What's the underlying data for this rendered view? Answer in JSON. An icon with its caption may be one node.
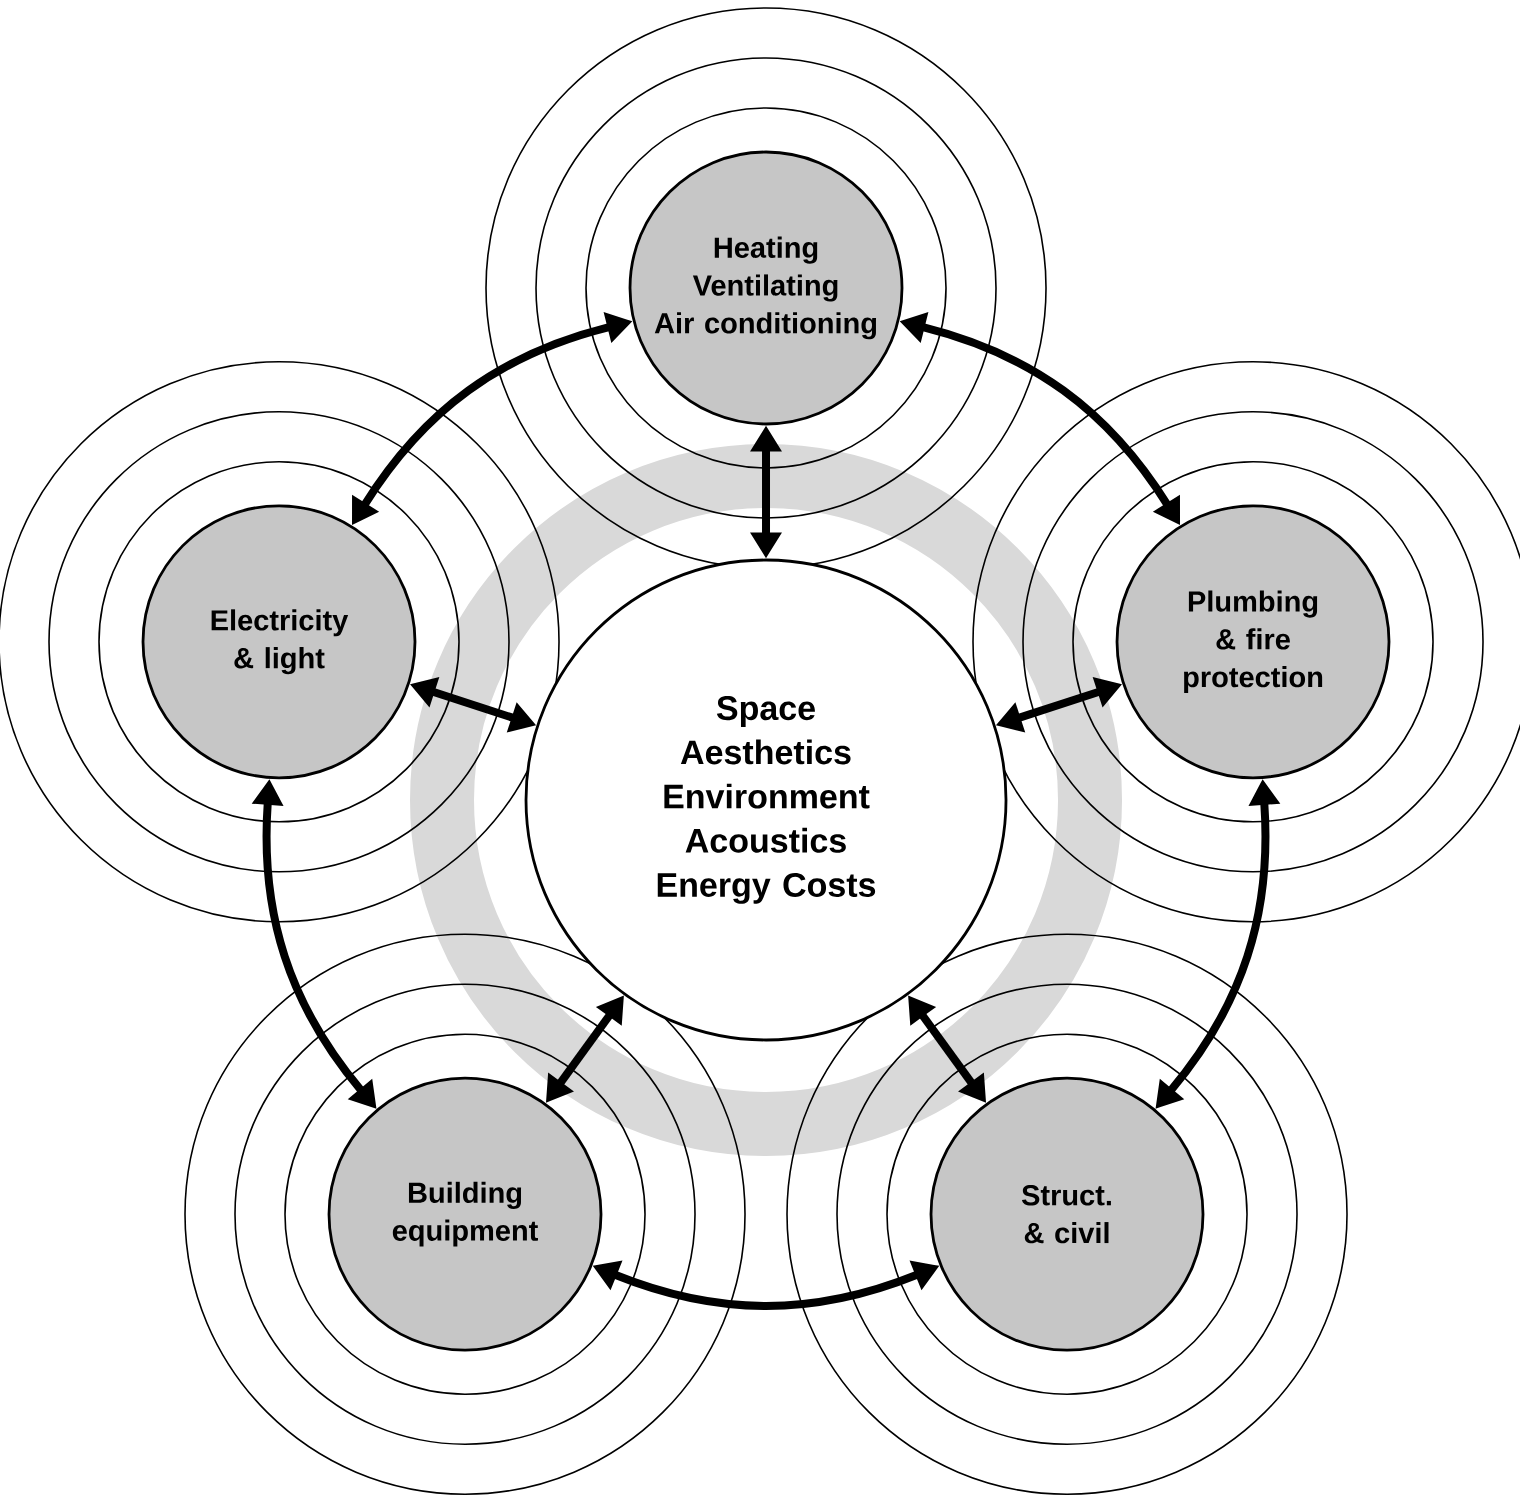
{
  "diagram": {
    "nodes": [
      {
        "text": [
          "Heating Ventilating Air conditioning"
        ]
      },
      {
        "text": [
          "Electricity & light"
        ]
      },
      {
        "text": [
          "Plumbing & fire protection"
        ]
      },
      {
        "text": [
          "Space Aesthetics Environment Acoustics Energy Costs"
        ]
      },
      {
        "text": [
          "Building equipment"
        ]
      },
      {
        "text": [
          "Struct. & civil"
        ]
      }
    ],
    "edges": [
      {
        "from": 0,
        "to": 1,
        "arrow": "both"
      },
      {
        "from": 0,
        "to": 2,
        "arrow": "both"
      },
      {
        "from": 0,
        "to": 3,
        "arrow": "both"
      },
      {
        "from": 1,
        "to": 3,
        "arrow": "both"
      },
      {
        "from": 2,
        "to": 3,
        "arrow": "both"
      },
      {
        "from": 1,
        "to": 4,
        "arrow": "both"
      },
      {
        "from": 2,
        "to": 5,
        "arrow": "both"
      },
      {
        "from": 3,
        "to": 4,
        "arrow": "both"
      },
      {
        "from": 3,
        "to": 5,
        "arrow": "both"
      },
      {
        "from": 4,
        "to": 5,
        "arrow": "both"
      }
    ]
  }
}
